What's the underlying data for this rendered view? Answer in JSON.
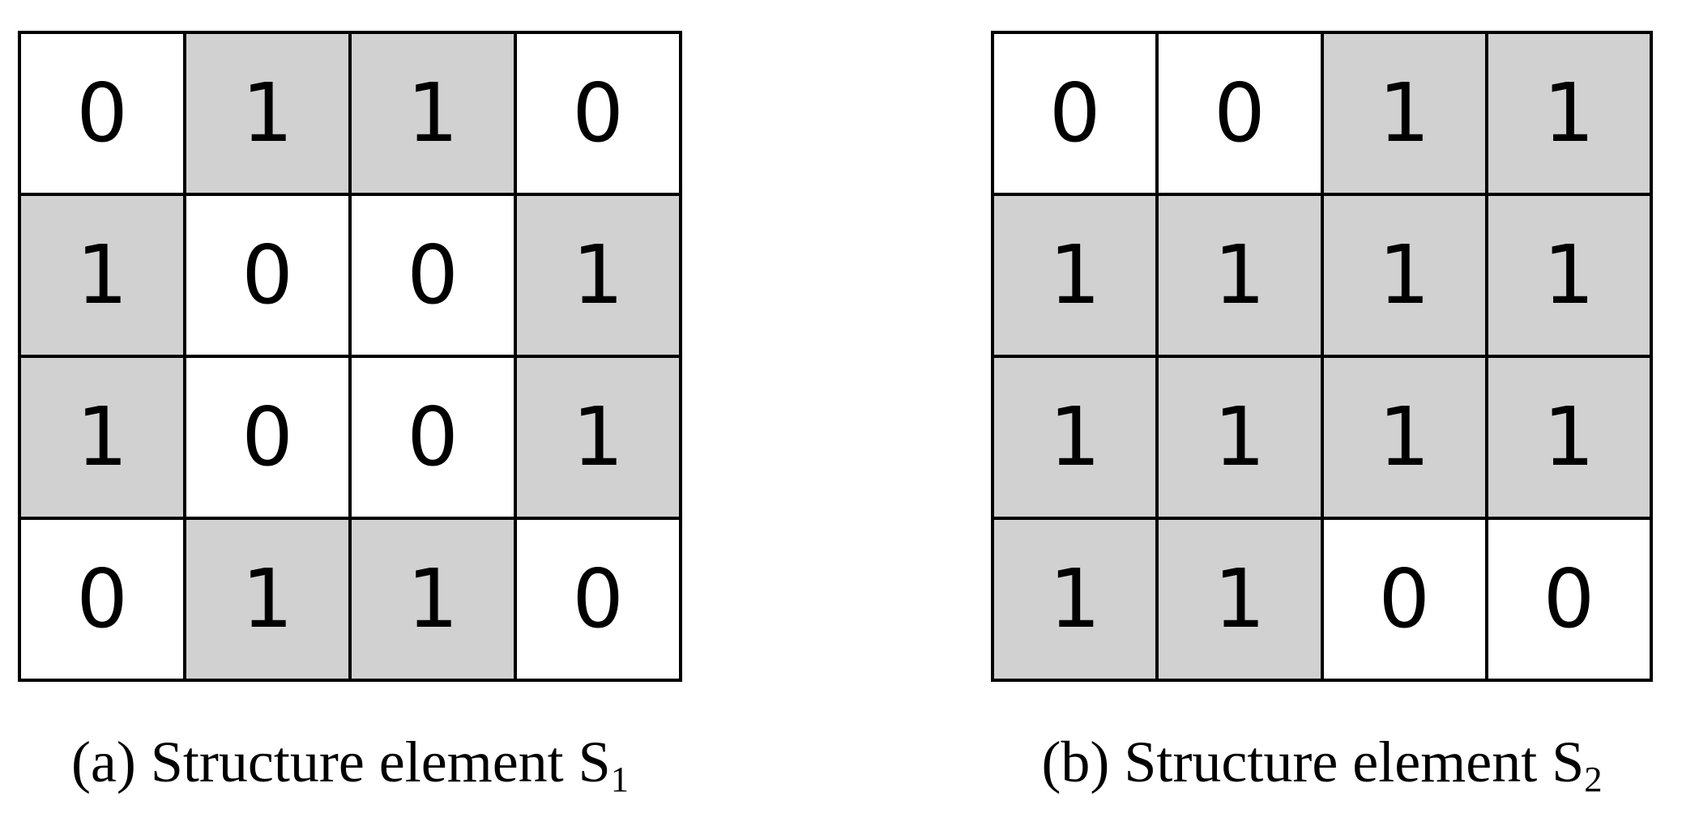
{
  "colors": {
    "background": "#ffffff",
    "cell_filled": "#d1d1d1",
    "cell_empty": "#ffffff",
    "grid_border": "#000000",
    "text": "#000000"
  },
  "grids": [
    {
      "id": "S1",
      "caption": {
        "prefix": "(a) Structure element S",
        "subscript": "1"
      },
      "rows": [
        [
          0,
          1,
          1,
          0
        ],
        [
          1,
          0,
          0,
          1
        ],
        [
          1,
          0,
          0,
          1
        ],
        [
          0,
          1,
          1,
          0
        ]
      ]
    },
    {
      "id": "S2",
      "caption": {
        "prefix": "(b) Structure element S",
        "subscript": "2"
      },
      "rows": [
        [
          0,
          0,
          1,
          1
        ],
        [
          1,
          1,
          1,
          1
        ],
        [
          1,
          1,
          1,
          1
        ],
        [
          1,
          1,
          0,
          0
        ]
      ]
    }
  ]
}
